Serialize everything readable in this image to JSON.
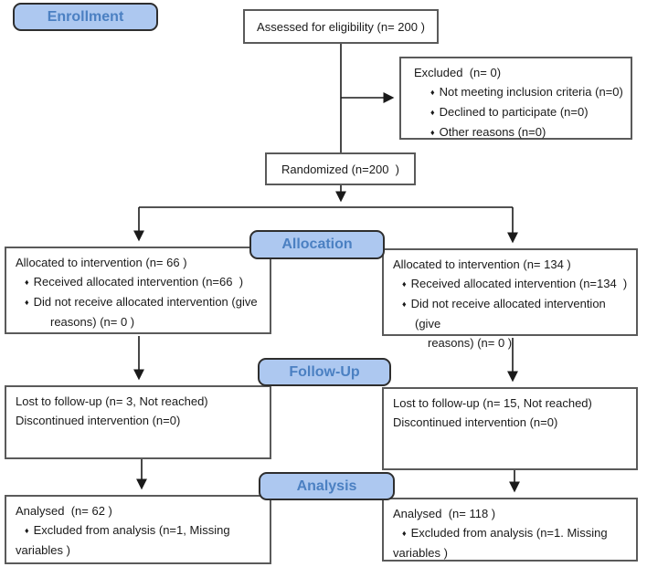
{
  "figure": {
    "type": "consort-flow-diagram",
    "stages": {
      "enrollment": "Enrollment",
      "allocation": "Allocation",
      "followup": "Follow-Up",
      "analysis": "Analysis"
    }
  },
  "boxes": {
    "assessed": {
      "text": "Assessed for eligibility (n= 200 )"
    },
    "excluded": {
      "title": "Excluded  (n= 0)",
      "bullets": [
        "Not meeting inclusion criteria (n=0)",
        "Declined to participate (n=0)",
        "Other reasons (n=0)"
      ]
    },
    "randomized": {
      "text": "Randomized (n=200  )"
    },
    "alloc_left": {
      "title": "Allocated to intervention (n= 66 )",
      "b1": "Received allocated intervention (n=66  )",
      "b2a": "Did not receive allocated intervention (give",
      "b2b": "reasons) (n= 0 )"
    },
    "alloc_right": {
      "title": "Allocated to intervention (n= 134 )",
      "b1": "Received allocated intervention (n=134  )",
      "b2a": "Did not receive allocated intervention (give",
      "b2b": "reasons) (n= 0 )"
    },
    "fu_left": {
      "line1": "Lost to follow-up (n= 3, Not reached)",
      "line2": "Discontinued intervention (n=0)"
    },
    "fu_right": {
      "line1": "Lost to follow-up (n= 15, Not reached)",
      "line2": "Discontinued intervention (n=0)"
    },
    "ana_left": {
      "title": "Analysed  (n= 62 )",
      "b1a": "Excluded from analysis (n=1, Missing",
      "b1b": "variables )"
    },
    "ana_right": {
      "title": "Analysed  (n= 118 )",
      "b1a": "Excluded from analysis (n=1. Missing",
      "b1b": "variables )"
    }
  },
  "icons": {
    "bullet_diamond": "♦"
  },
  "colors": {
    "stage_fill": "#adc8f0",
    "stage_text": "#4b80c2",
    "stage_border": "#2e2e2e",
    "box_border": "#5a5a5a",
    "arrow": "#1a1a1a"
  }
}
